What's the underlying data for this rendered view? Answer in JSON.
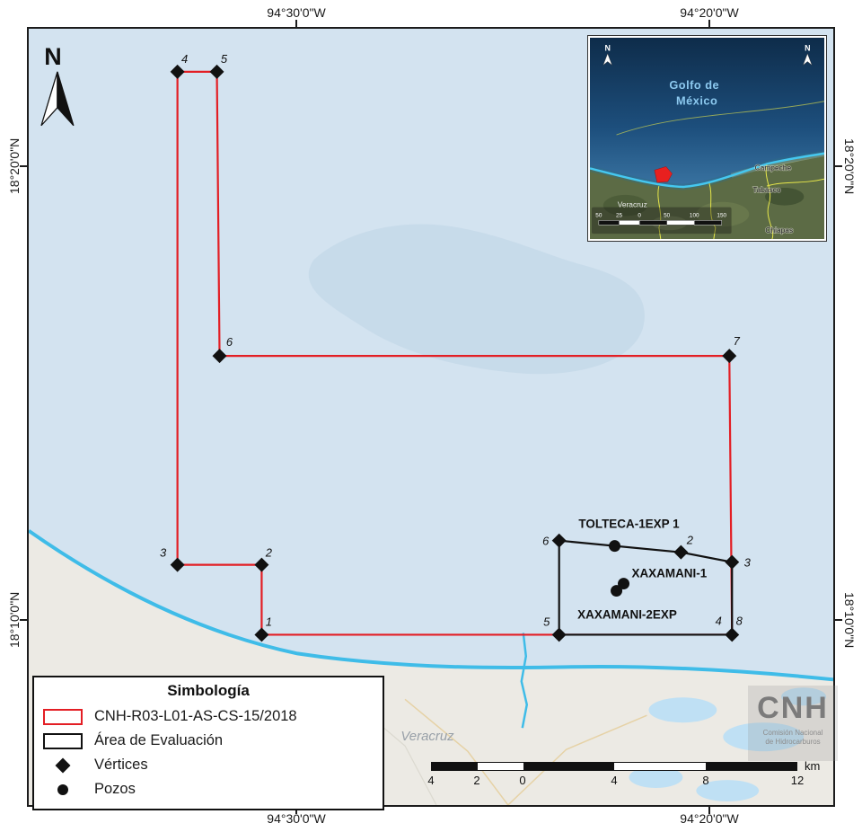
{
  "north_label": "N",
  "graticule": {
    "lon_a": "94°30'0\"W",
    "lon_b": "94°20'0\"W",
    "lat_a": "18°20'0\"N",
    "lat_b": "18°10'0\"N"
  },
  "red_vertices": {
    "v1": "1",
    "v2": "2",
    "v3": "3",
    "v4": "4",
    "v5": "5",
    "v6": "6",
    "v7": "7"
  },
  "eval_vertices": {
    "v2": "2",
    "v3": "3",
    "v4": "4",
    "v5": "5",
    "v6": "6",
    "v8": "8"
  },
  "wells": {
    "tolteca": "TOLTECA-1EXP 1",
    "xaxamani1": "XAXAMANI-1",
    "xaxamani2": "XAXAMANI-2EXP"
  },
  "place_labels": {
    "veracruz_city": "Veracruz"
  },
  "legend": {
    "title": "Simbología",
    "contract_label": "CNH-R03-L01-AS-CS-15/2018",
    "area_label": "Área de Evaluación",
    "vertices_label": "Vértices",
    "wells_label": "Pozos"
  },
  "scalebar": {
    "ticks": [
      "4",
      "2",
      "0",
      "4",
      "8",
      "12"
    ],
    "unit": "km"
  },
  "logo": {
    "acronym": "CNH",
    "sub1": "Comisión Nacional",
    "sub2": "de Hidrocarburos"
  },
  "inset": {
    "north": "N",
    "labels": {
      "golfo_1": "Golfo de",
      "golfo_2": "México",
      "veracruz": "Veracruz",
      "tabasco": "Tabasco",
      "campeche": "Campeche",
      "chiapas": "Chiapas"
    },
    "scale_ticks": [
      "50",
      "25",
      "0",
      "50",
      "100",
      "150"
    ]
  },
  "colors": {
    "contract_outline": "#e31e24",
    "evaluation_outline": "#111111",
    "coastline": "#3fbce8",
    "sea": "#d3e3f0"
  }
}
